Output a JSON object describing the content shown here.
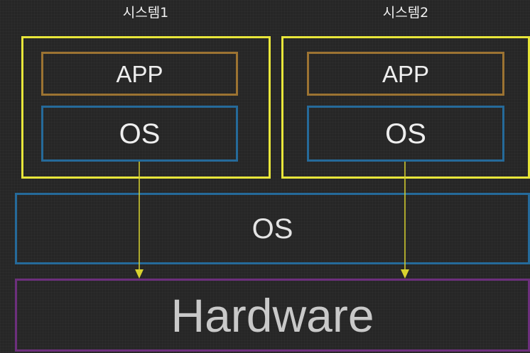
{
  "systems": [
    {
      "title": "시스템1",
      "app_label": "APP",
      "os_label": "OS"
    },
    {
      "title": "시스템2",
      "app_label": "APP",
      "os_label": "OS"
    }
  ],
  "host_os": {
    "label": "OS"
  },
  "hardware": {
    "label": "Hardware"
  },
  "colors": {
    "system_border": "#e8e63a",
    "app_border": "#9c7332",
    "os_border": "#256a9a",
    "hardware_border": "#6d2f7d",
    "arrow": "#d8d22e",
    "background": "#262626"
  }
}
